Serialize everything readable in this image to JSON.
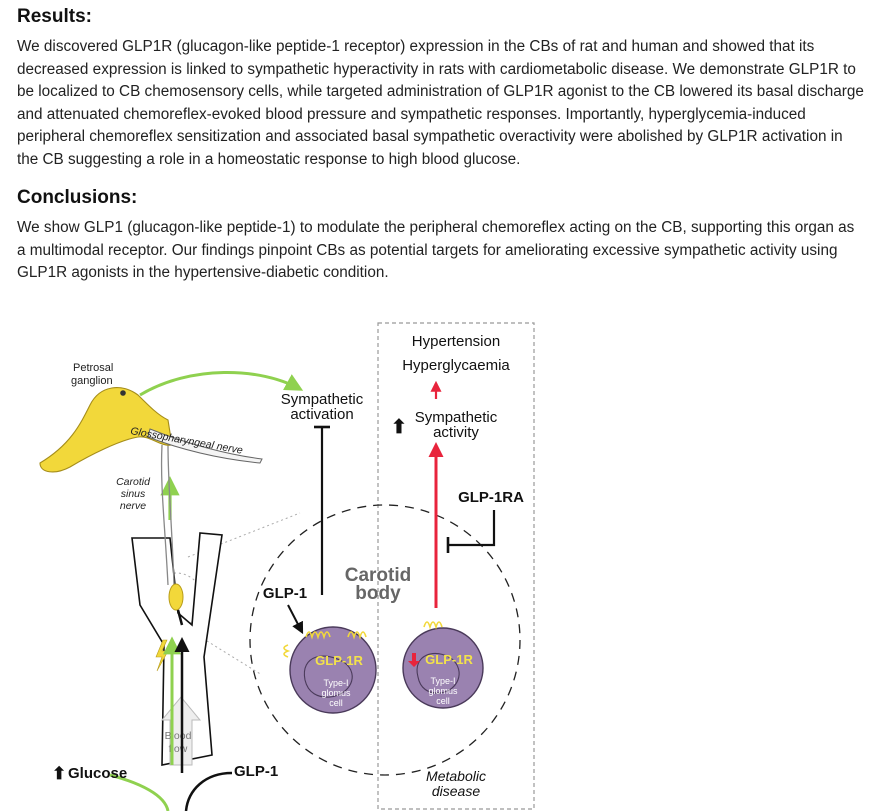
{
  "results": {
    "heading": "Results:",
    "body": "We discovered GLP1R (glucagon-like peptide-1 receptor) expression in the CBs of rat and human and showed that its decreased expression is linked to sympathetic hyperactivity in rats with cardiometabolic disease. We demonstrate GLP1R to be localized to CB chemosensory cells, while targeted administration of GLP1R agonist to the CB lowered its basal discharge and attenuated chemoreflex-evoked blood pressure and sympathetic responses. Importantly, hyperglycemia-induced peripheral chemoreflex sensitization and associated basal sympathetic overactivity were abolished by GLP1R activation in the CB suggesting a role in a homeostatic response to high blood glucose."
  },
  "conclusions": {
    "heading": "Conclusions:",
    "body": "We show GLP1 (glucagon-like peptide-1) to modulate the peripheral chemoreflex acting on the CB, supporting this organ as a multimodal receptor. Our findings pinpoint CBs as potential targets for ameliorating excessive sympathetic activity using GLP1R agonists in the hypertensive-diabetic condition."
  },
  "figure": {
    "petrosal_line1": "Petrosal",
    "petrosal_line2": "ganglion",
    "glossopharyngeal": "Glossopharyngeal nerve",
    "carotid_sinus_line1": "Carotid",
    "carotid_sinus_line2": "sinus",
    "carotid_sinus_line3": "nerve",
    "sympathetic_activation_line1": "Sympathetic",
    "sympathetic_activation_line2": "activation",
    "hypertension": "Hypertension",
    "hyperglycaemia": "Hyperglycaemia",
    "sympathetic_activity_line1": "Sympathetic",
    "sympathetic_activity_line2": "activity",
    "glp1ra": "GLP-1RA",
    "carotid_body_line1": "Carotid",
    "carotid_body_line2": "body",
    "glp1_cb": "GLP-1",
    "glp1r_left": "GLP-1R",
    "glp1r_right": "GLP-1R",
    "type1_line1": "Type-I",
    "type1_line2": "glomus",
    "type1_line3": "cell",
    "blood_flow_line1": "Blood",
    "blood_flow_line2": "flow",
    "glucose": "Glucose",
    "glp1_bottom": "GLP-1",
    "metabolic_line1": "Metabolic",
    "metabolic_line2": "disease",
    "colors": {
      "green": "#8fd14f",
      "red": "#e8243c",
      "yellow": "#f2d83a",
      "cell_purple": "#9a82b0",
      "cell_text": "#f3e24a"
    }
  }
}
